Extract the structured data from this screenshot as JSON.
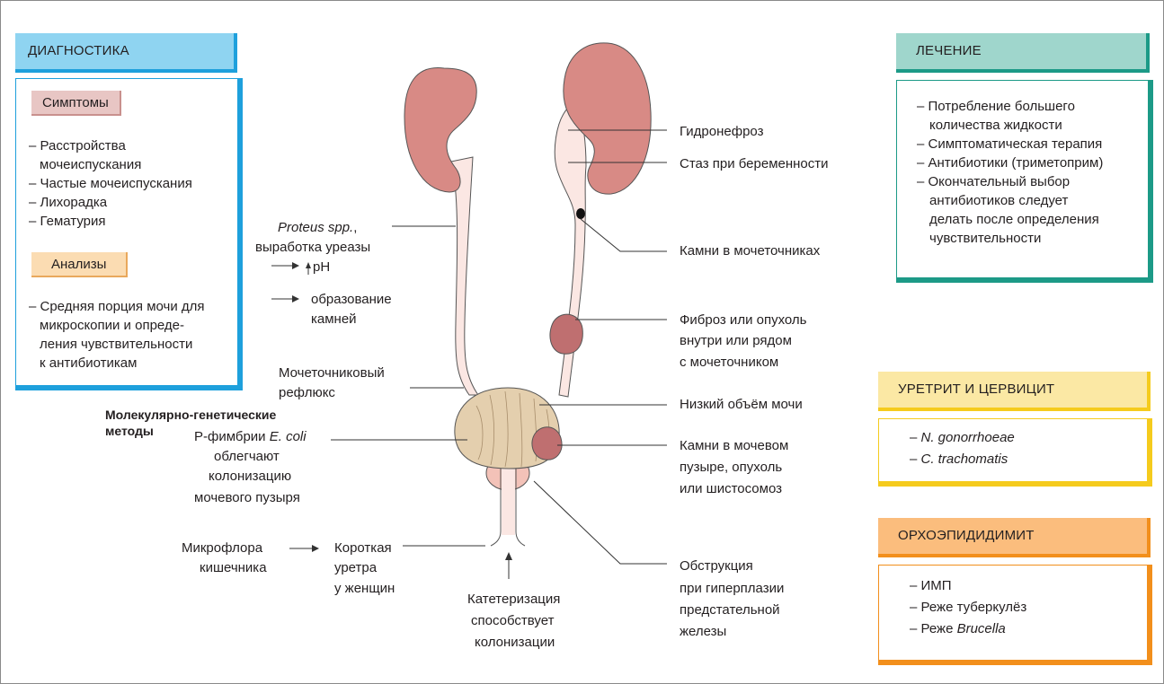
{
  "diagnostics": {
    "header": "ДИАГНОСТИКА",
    "symptoms_label": "Симптомы",
    "symptoms": [
      "– Расстройства",
      "мочеиспускания",
      "– Частые мочеиспускания",
      "– Лихорадка",
      "– Гематурия"
    ],
    "tests_label": "Анализы",
    "tests": [
      "– Средняя порция мочи для",
      "микроскопии и опреде-",
      "ления чувствительности",
      "к антибиотикам"
    ]
  },
  "treatment": {
    "header": "ЛЕЧЕНИЕ",
    "items": [
      "– Потребление большего",
      "количества жидкости",
      "– Симптоматическая терапия",
      "– Антибиотики (триметоприм)",
      "– Окончательный выбор",
      "антибиотиков следует",
      "делать после определения",
      "чувствительности"
    ]
  },
  "urethritis": {
    "header": "УРЕТРИТ И ЦЕРВИЦИТ",
    "items": [
      "N. gonorrhoeae",
      "C. trachomatis"
    ]
  },
  "orchitis": {
    "header": "ОРХОЭПИДИДИМИТ",
    "item1": "– ИМП",
    "item2": "– Реже туберкулёз",
    "item3_prefix": "– Реже ",
    "item3_italic": "Brucella"
  },
  "left_labels": {
    "proteus_italic": "Proteus spp.",
    "proteus_suffix": ",",
    "urease": "выработка уреазы",
    "ph": "pH",
    "stones1": "образование",
    "stones2": "камней",
    "reflux1": "Мочеточниковый",
    "reflux2": "рефлюкс",
    "molecular1": "Молекулярно-генетические",
    "molecular2": "методы",
    "fimbriae_prefix": "P-фимбрии ",
    "fimbriae_italic": "E. coli",
    "fimbriae2": "облегчают",
    "fimbriae3": "колонизацию",
    "fimbriae4": "мочевого пузыря",
    "flora1": "Микрофлора",
    "flora2": "кишечника",
    "short1": "Короткая",
    "short2": "уретра",
    "short3": "у женщин",
    "cath1": "Катетеризация",
    "cath2": "способствует",
    "cath3": "колонизации"
  },
  "right_labels": {
    "hydro": "Гидронефроз",
    "stasis": "Стаз при беременности",
    "ureter_stones": "Камни в мочеточниках",
    "fibrosis1": "Фиброз или опухоль",
    "fibrosis2": "внутри или рядом",
    "fibrosis3": "с мочеточником",
    "low_volume": "Низкий объём мочи",
    "bladder1": "Камни в мочевом",
    "bladder2": "пузыре, опухоль",
    "bladder3": "или шистосомоз",
    "obstr1": "Обструкция",
    "obstr2": "при гиперплазии",
    "obstr3": "предстательной",
    "obstr4": "железы"
  },
  "colors": {
    "blue": "#8fd4f1",
    "blue_edge": "#1ea0dc",
    "teal": "#9fd6cc",
    "teal_edge": "#1c9a87",
    "yellow": "#fbe8a4",
    "yellow_edge": "#f5cb1d",
    "orange": "#fbbd7d",
    "orange_edge": "#f28f1c",
    "kidney": "#d88a85",
    "bladder": "#e4cfae",
    "prostate": "#f3c2b8",
    "pink_pill": "#e8c6c4",
    "peach_pill": "#fbdcb2"
  }
}
